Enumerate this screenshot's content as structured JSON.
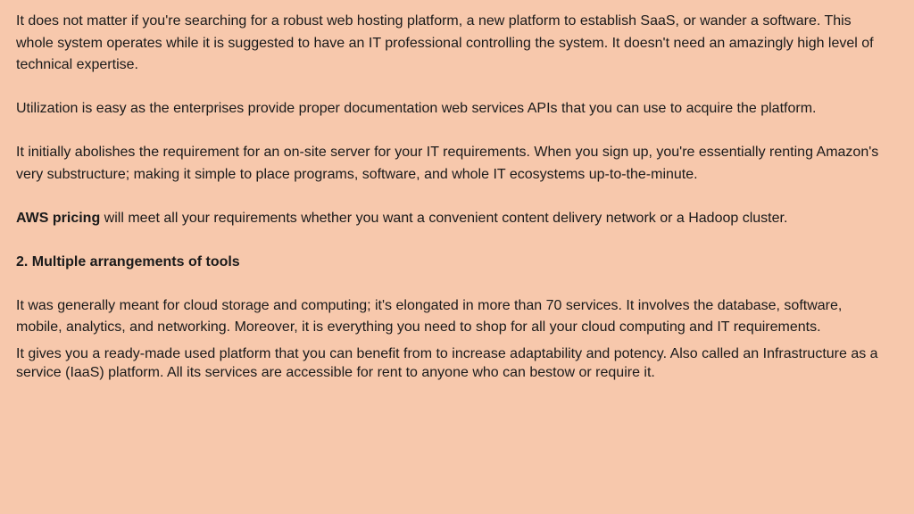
{
  "document": {
    "p1": "It does not matter if you're searching for a robust web hosting platform, a new platform to establish SaaS, or wander a software. This whole system operates while it is suggested to have an IT professional controlling the system. It doesn't need an amazingly high level of technical expertise.",
    "p2": "Utilization is easy as the enterprises provide proper documentation web services APIs that you can use to acquire the platform.",
    "p3": "It initially abolishes the requirement for an on-site server for your IT requirements. When you sign up, you're essentially renting Amazon's very substructure; making it simple to place programs, software, and whole IT ecosystems up-to-the-minute.",
    "p4_bold": "AWS pricing",
    "p4_rest": " will meet all your requirements whether you want a convenient content delivery network or a Hadoop cluster.",
    "heading": "2. Multiple arrangements of tools",
    "p5": "It was generally meant for cloud storage and computing; it's elongated in more than 70 services. It involves the database, software, mobile, analytics, and networking. Moreover, it is everything you need to shop for all your cloud computing and IT requirements.",
    "p6": "It gives you a ready-made used platform that you can benefit from to increase adaptability and potency. Also called an Infrastructure as a service (IaaS) platform. All its services are accessible for rent to anyone who can bestow or require it."
  }
}
